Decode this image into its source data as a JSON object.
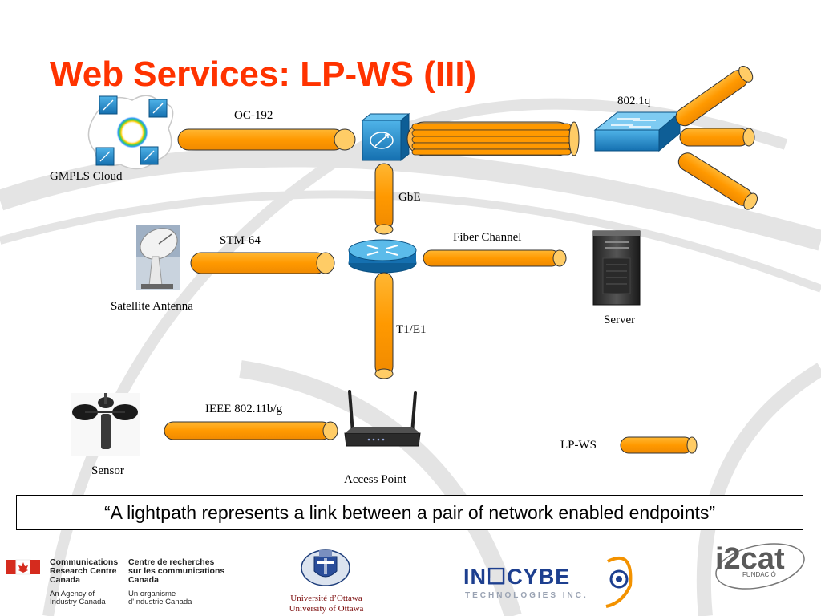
{
  "slide": {
    "title": "Web Services: LP-WS (III)",
    "quote": "“A lightpath represents a link between a pair of network enabled endpoints”"
  },
  "labels": {
    "oc192": "OC-192",
    "dot1q": "802.1q",
    "gmpls_cloud": "GMPLS Cloud",
    "gbe": "GbE",
    "stm64": "STM-64",
    "fiber_channel": "Fiber Channel",
    "satellite_antenna": "Satellite Antenna",
    "server": "Server",
    "t1e1": "T1/E1",
    "ieee80211": "IEEE 802.11b/g",
    "lp_ws": "LP-WS",
    "sensor": "Sensor",
    "access_point": "Access Point"
  },
  "footer": {
    "crc_en_1": "Communications",
    "crc_en_2": "Research Centre",
    "crc_en_3": "Canada",
    "crc_fr_1": "Centre de recherches",
    "crc_fr_2": "sur les communications",
    "crc_fr_3": "Canada",
    "ic_en_1": "An Agency of",
    "ic_en_2": "Industry Canada",
    "ic_fr_1": "Un organisme",
    "ic_fr_2": "d'Industrie Canada",
    "uottawa_fr": "Université d’Ottawa",
    "uottawa_en": "University of Ottawa",
    "inocybe": "IN☐CYBE",
    "inocybe_sub": "TECHNOLOGIES INC.",
    "i2cat": "i2cat",
    "i2cat_sub": "FUNDACIÓ"
  },
  "colors": {
    "title": "#ff3300",
    "pipe_fill": "#ff9900",
    "pipe_cap": "#ffcc66",
    "device_blue": "#1e88c8"
  }
}
